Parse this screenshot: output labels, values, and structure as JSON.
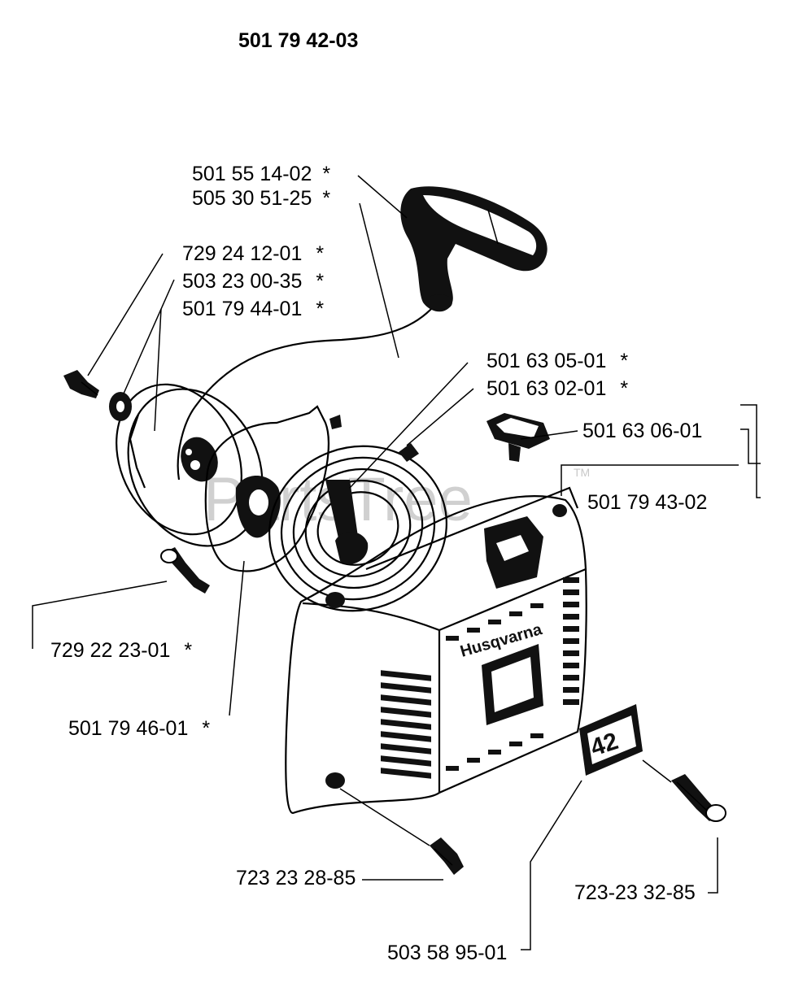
{
  "title": "501 79 42-03",
  "watermark": "PartsTree",
  "watermark_tm": "TM",
  "brand_text": "Husqvarna",
  "model_badge": "42",
  "parts": [
    {
      "id": "handle_a",
      "number": "501 55 14-02",
      "star": "*"
    },
    {
      "id": "handle_b",
      "number": "505 30 51-25",
      "star": "*"
    },
    {
      "id": "screw_a",
      "number": "729 24 12-01",
      "star": "*"
    },
    {
      "id": "washer",
      "number": "503 23 00-35",
      "star": "*"
    },
    {
      "id": "pulley",
      "number": "501 79 44-01",
      "star": "*"
    },
    {
      "id": "spring_a",
      "number": "501 63 05-01",
      "star": "*"
    },
    {
      "id": "spring_b",
      "number": "501 63 02-01",
      "star": "*"
    },
    {
      "id": "bushing",
      "number": "501 63 06-01",
      "star": ""
    },
    {
      "id": "housing",
      "number": "501 79 43-02",
      "star": ""
    },
    {
      "id": "screw_b",
      "number": "729 22 23-01",
      "star": "*"
    },
    {
      "id": "spring_cassette",
      "number": "501 79 46-01",
      "star": "*"
    },
    {
      "id": "screw_c",
      "number": "723 23 28-85",
      "star": ""
    },
    {
      "id": "screw_d",
      "number": "723-23 32-85",
      "star": ""
    },
    {
      "id": "decal",
      "number": "503 58 95-01",
      "star": ""
    }
  ]
}
